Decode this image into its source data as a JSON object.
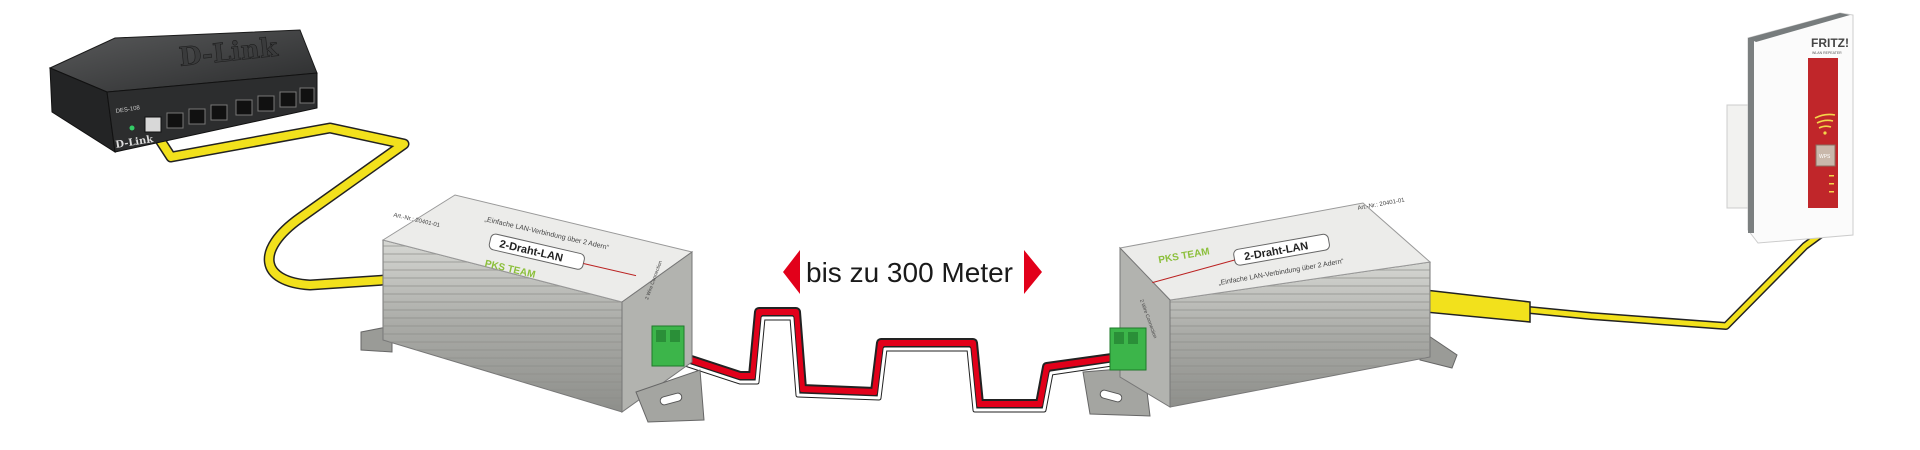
{
  "distance_label": {
    "text": "bis zu 300 Meter",
    "arrow_color": "#e2001a"
  },
  "switch": {
    "brand_top": "D-Link",
    "brand_front": "D-Link",
    "model": "DES-108"
  },
  "adapter_left": {
    "product_name": "2-Draht-LAN",
    "slogan": "„Einfache LAN-Verbindung über 2 Adern“",
    "article_no": "Art.-Nr.: 20401-01",
    "logo": "PKS TEAM",
    "port_label": "2 Wire Connection"
  },
  "adapter_right": {
    "product_name": "2-Draht-LAN",
    "slogan": "„Einfache LAN-Verbindung über 2 Adern“",
    "article_no": "Art.-Nr.: 20401-01",
    "logo": "PKS TEAM",
    "port_label": "2 Wire Connection"
  },
  "repeater": {
    "brand": "FRITZ!",
    "subtitle": "WLAN REPEATER",
    "button": "WPS"
  },
  "colors": {
    "ethernet_cable": "#f2e11c",
    "wire_red": "#e2001a",
    "connector_green": "#3cb54a",
    "housing": "#b9bab5"
  }
}
